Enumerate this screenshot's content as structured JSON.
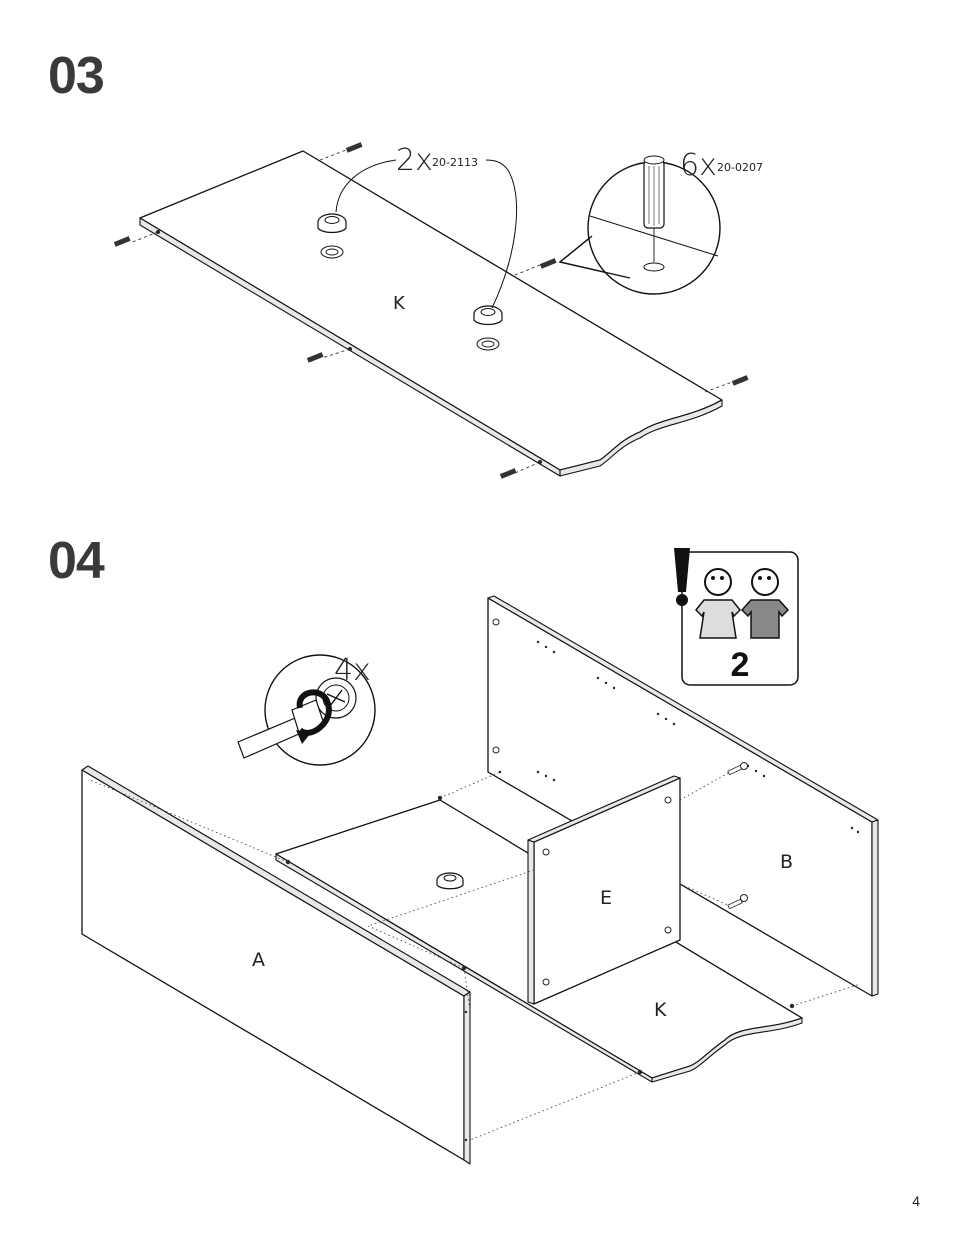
{
  "steps": [
    {
      "number": "03",
      "parts": {
        "panel": "K"
      },
      "hardware": [
        {
          "quantity": "2x",
          "code": "20-2113"
        },
        {
          "quantity": "6x",
          "code": "20-0207"
        }
      ]
    },
    {
      "number": "04",
      "parts": {
        "front": "A",
        "back": "B",
        "divider": "E",
        "bottom": "K"
      },
      "tool_callout": {
        "quantity": "4x"
      },
      "notice": {
        "persons": "2"
      }
    }
  ],
  "page_number": "4"
}
